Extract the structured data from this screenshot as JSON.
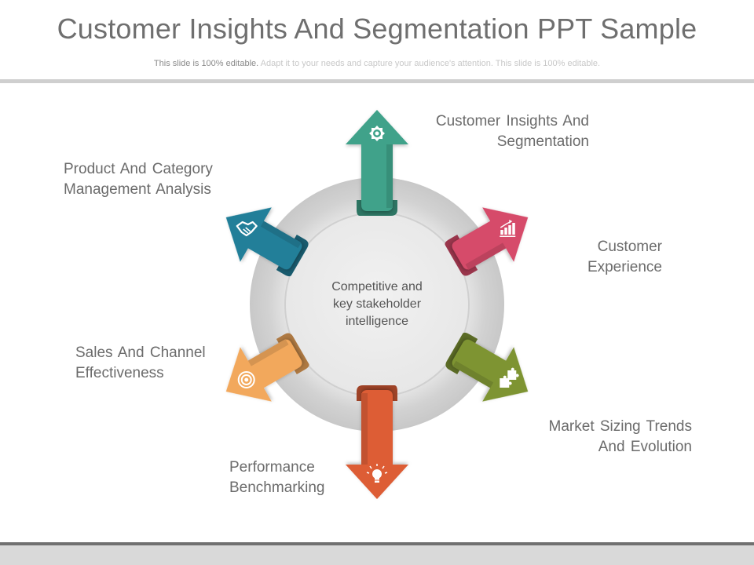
{
  "header": {
    "title": "Customer Insights And Segmentation PPT Sample",
    "subtitle_primary": "This slide is 100% editable.",
    "subtitle_secondary": " Adapt it to your needs and capture your audience's attention. This slide is 100% editable."
  },
  "diagram": {
    "center": {
      "line1": "Competitive and",
      "line2": "key stakeholder",
      "line3": "intelligence"
    },
    "arrows": [
      {
        "id": "customer-insights",
        "line1": "Customer Insights And",
        "line2": "Segmentation",
        "color": "#3fa28a",
        "icon": "gear-icon"
      },
      {
        "id": "customer-experience",
        "line1": "Customer",
        "line2": "Experience",
        "color": "#d64b6a",
        "icon": "growth-chart-icon"
      },
      {
        "id": "market-sizing",
        "line1": "Market Sizing Trends",
        "line2": "And Evolution",
        "color": "#7e9433",
        "icon": "puzzle-icon"
      },
      {
        "id": "performance-benchmarking",
        "line1": "Performance",
        "line2": "Benchmarking",
        "color": "#dd5d36",
        "icon": "lightbulb-icon"
      },
      {
        "id": "sales-channel",
        "line1": "Sales And Channel",
        "line2": "Effectiveness",
        "color": "#f2a85c",
        "icon": "target-icon"
      },
      {
        "id": "product-category",
        "line1": "Product And Category",
        "line2": "Management Analysis",
        "color": "#237f99",
        "icon": "handshake-icon"
      }
    ]
  }
}
